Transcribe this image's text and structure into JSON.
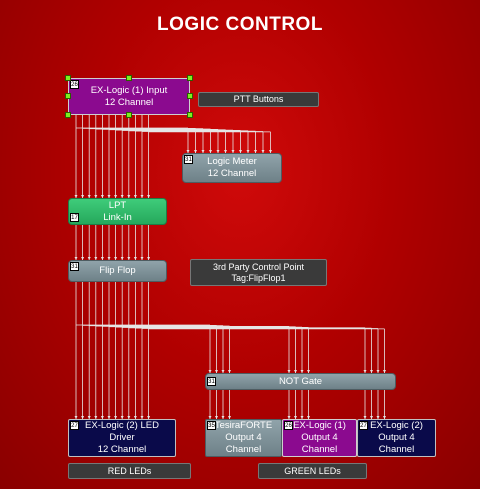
{
  "title": "LOGIC CONTROL",
  "blocks": {
    "exlogic_input": {
      "id": "26",
      "line1": "EX-Logic (1) Input",
      "line2": "12 Channel"
    },
    "logic_meter": {
      "id": "31",
      "line1": "Logic Meter",
      "line2": "12 Channel"
    },
    "lpt": {
      "id": "17",
      "line1": "LPT",
      "line2": "Link-In"
    },
    "flip_flop": {
      "id": "31",
      "line1": "Flip Flop"
    },
    "not_gate": {
      "id": "31",
      "line1": "NOT Gate"
    },
    "exlogic2_led": {
      "id": "27",
      "line1": "EX-Logic (2) LED",
      "line2": "Driver",
      "line3": "12 Channel"
    },
    "tesiraforte": {
      "id": "35",
      "line1": "TesiraFORTE",
      "line2": "Output 4",
      "line3": "Channel"
    },
    "exlogic1_out": {
      "id": "26",
      "line1": "EX-Logic (1)",
      "line2": "Output 4",
      "line3": "Channel"
    },
    "exlogic2_out": {
      "id": "27",
      "line1": "EX-Logic (2)",
      "line2": "Output 4",
      "line3": "Channel"
    }
  },
  "labels": {
    "ptt": "PTT Buttons",
    "control_point_line1": "3rd Party Control Point",
    "control_point_line2": "Tag:FlipFlop1",
    "red_leds": "RED LEDs",
    "green_leds": "GREEN LEDs"
  },
  "colors": {
    "background": "#b00000",
    "purple_block": "#8b0a8f",
    "grey_block": "#7a8d94",
    "green_block": "#2fb868",
    "navy_block": "#0a0a4a",
    "label_box": "#3a3a3a",
    "wire": "#e6e6e6",
    "selection_handle": "#7cf020"
  }
}
